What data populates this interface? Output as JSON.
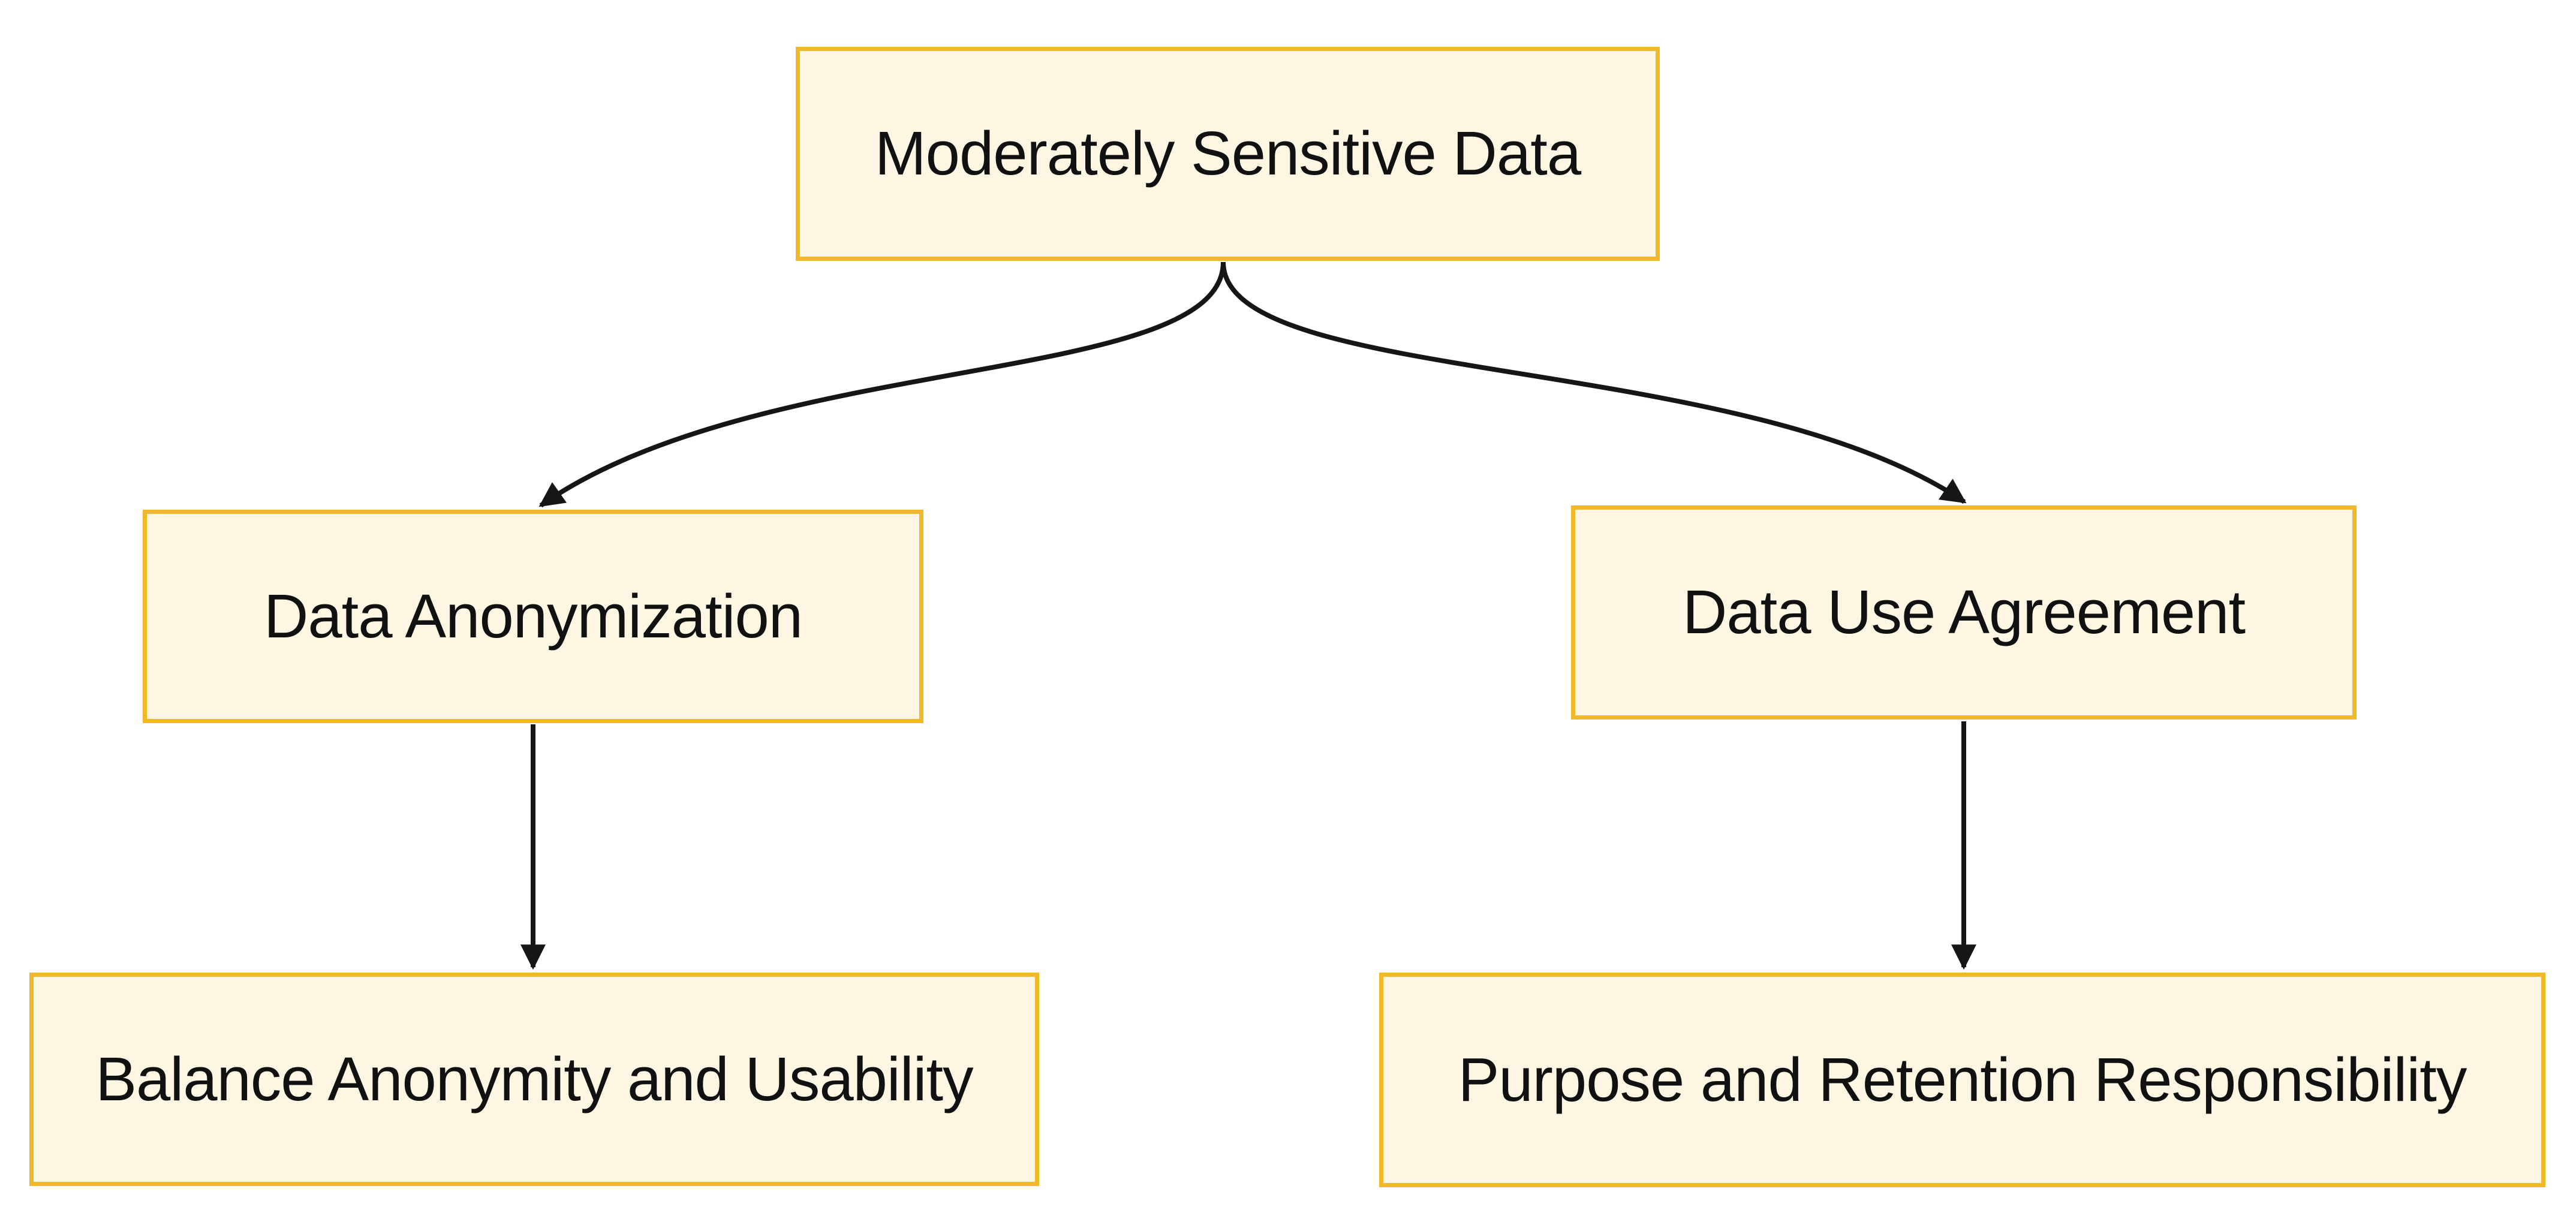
{
  "diagram": {
    "type": "flowchart",
    "direction": "top-down",
    "nodes": [
      {
        "id": "moderately-sensitive-data",
        "label": "Moderately Sensitive Data"
      },
      {
        "id": "data-anonymization",
        "label": "Data Anonymization"
      },
      {
        "id": "data-use-agreement",
        "label": "Data Use Agreement"
      },
      {
        "id": "balance-anonymity-and-usability",
        "label": "Balance Anonymity and Usability"
      },
      {
        "id": "purpose-and-retention-responsibility",
        "label": "Purpose and Retention Responsibility"
      }
    ],
    "edges": [
      {
        "from": "Moderately Sensitive Data",
        "to": "Data Anonymization",
        "shape": "curved",
        "arrowhead": "filled-triangle"
      },
      {
        "from": "Moderately Sensitive Data",
        "to": "Data Use Agreement",
        "shape": "curved",
        "arrowhead": "filled-triangle"
      },
      {
        "from": "Data Anonymization",
        "to": "Balance Anonymity and Usability",
        "shape": "straight",
        "arrowhead": "filled-triangle"
      },
      {
        "from": "Data Use Agreement",
        "to": "Purpose and Retention Responsibility",
        "shape": "straight",
        "arrowhead": "filled-triangle"
      }
    ],
    "colors": {
      "background": "#ffffff",
      "node_fill": "#fdf6e3",
      "node_border": "#f1b929",
      "edge_line": "#161616",
      "text": "#111111"
    }
  }
}
